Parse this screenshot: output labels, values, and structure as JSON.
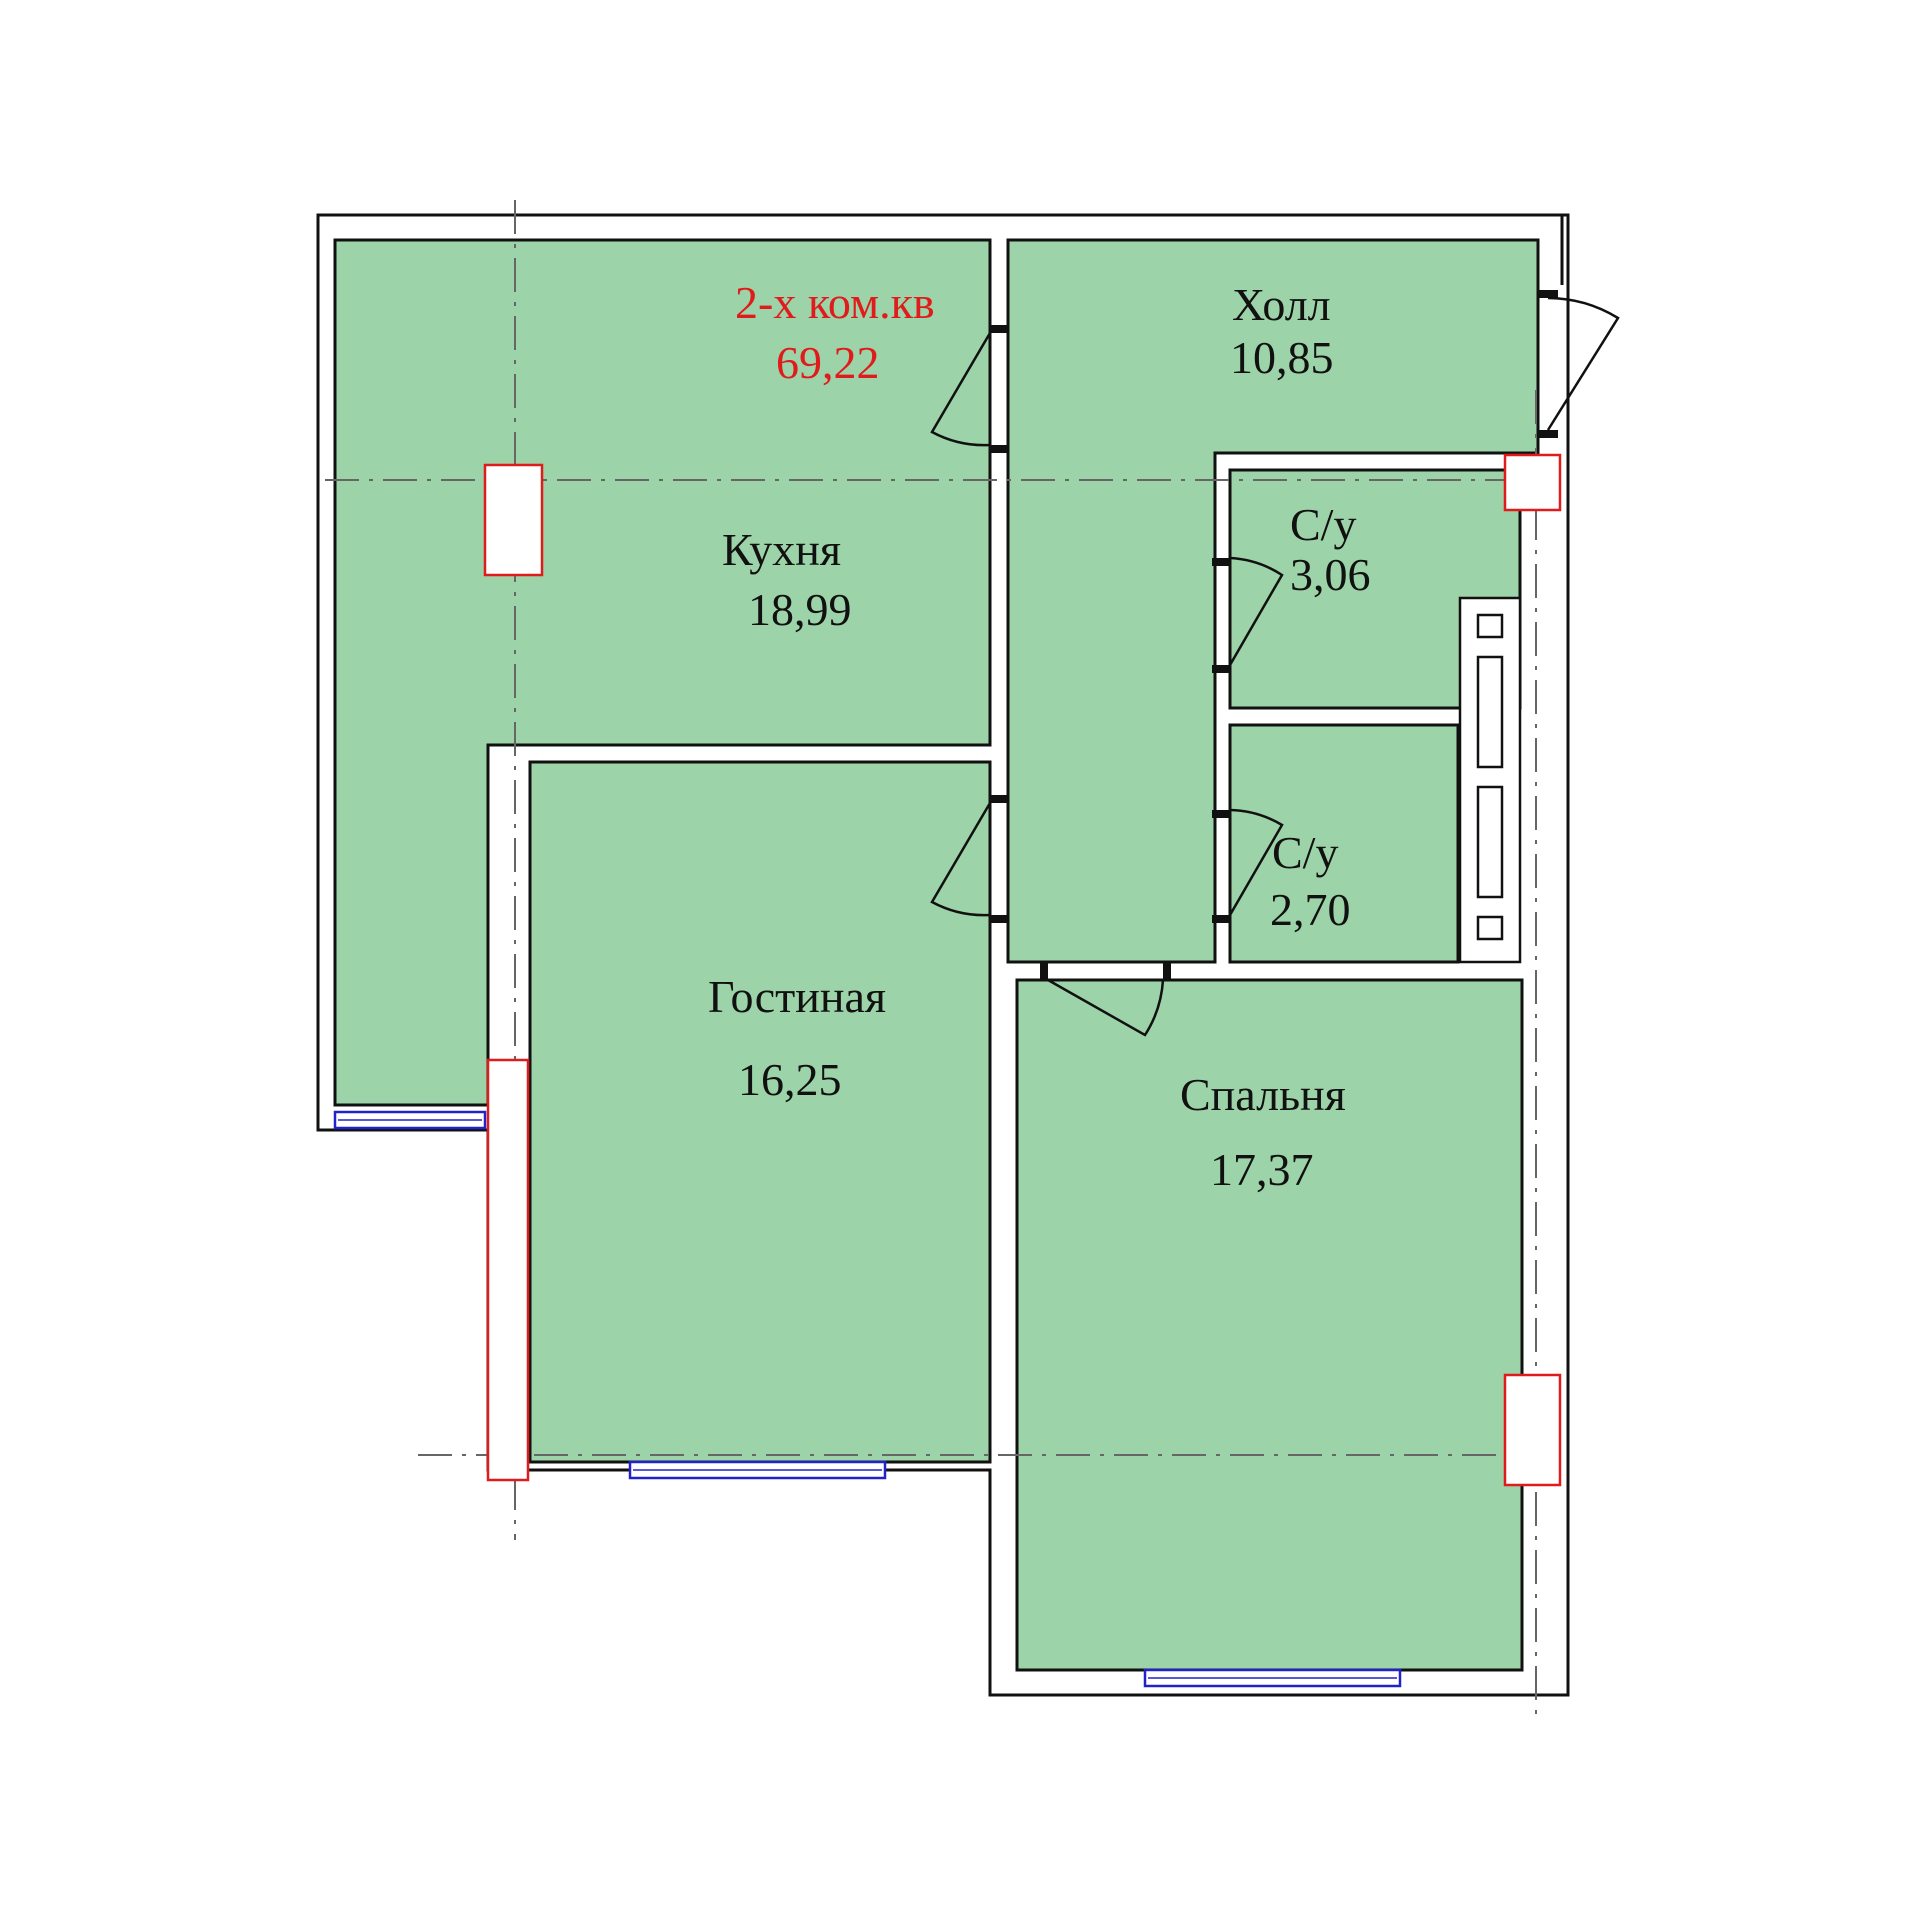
{
  "apartment": {
    "type": "2-х ком.кв",
    "area": "69,22"
  },
  "colors": {
    "room_fill": "#9dd3a8",
    "wall": "#111111",
    "column": "#e01b1b",
    "window": "#2222cc",
    "title": "#e01b1b"
  },
  "rooms": {
    "kitchen": {
      "name": "Кухня",
      "area": "18,99"
    },
    "hall": {
      "name": "Холл",
      "area": "10,85"
    },
    "wc1": {
      "name": "С/у",
      "area": "3,06"
    },
    "wc2": {
      "name": "С/у",
      "area": "2,70"
    },
    "living": {
      "name": "Гостиная",
      "area": "16,25"
    },
    "bedroom": {
      "name": "Спальня",
      "area": "17,37"
    }
  }
}
